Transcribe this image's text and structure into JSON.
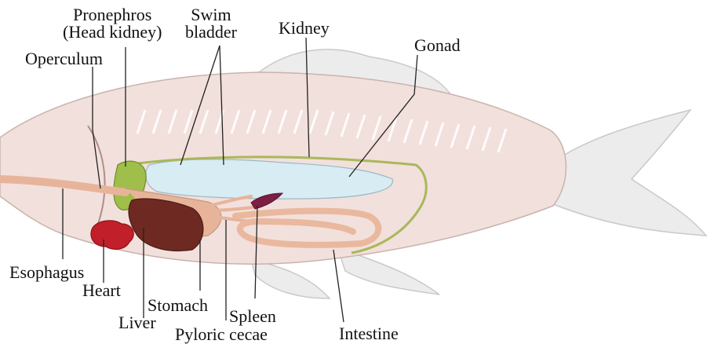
{
  "labels": {
    "pronephros": "Pronephros\n(Head kidney)",
    "swim_bladder": "Swim\nbladder",
    "kidney": "Kidney",
    "gonad": "Gonad",
    "operculum": "Operculum",
    "esophagus": "Esophagus",
    "heart": "Heart",
    "liver": "Liver",
    "stomach": "Stomach",
    "pyloric_cecae": "Pyloric cecae",
    "spleen": "Spleen",
    "intestine": "Intestine"
  },
  "colors": {
    "body": "#f2e0dc",
    "fins": "#ececec",
    "swim_bladder": "#d8ecf4",
    "kidney": "#a9b85a",
    "pronephros": "#9fbe4a",
    "liver": "#6e2a22",
    "heart": "#c11f2a",
    "esophagus_stomach": "#e7b49a",
    "spleen": "#7c1f44",
    "intestine": "#eab89e"
  }
}
